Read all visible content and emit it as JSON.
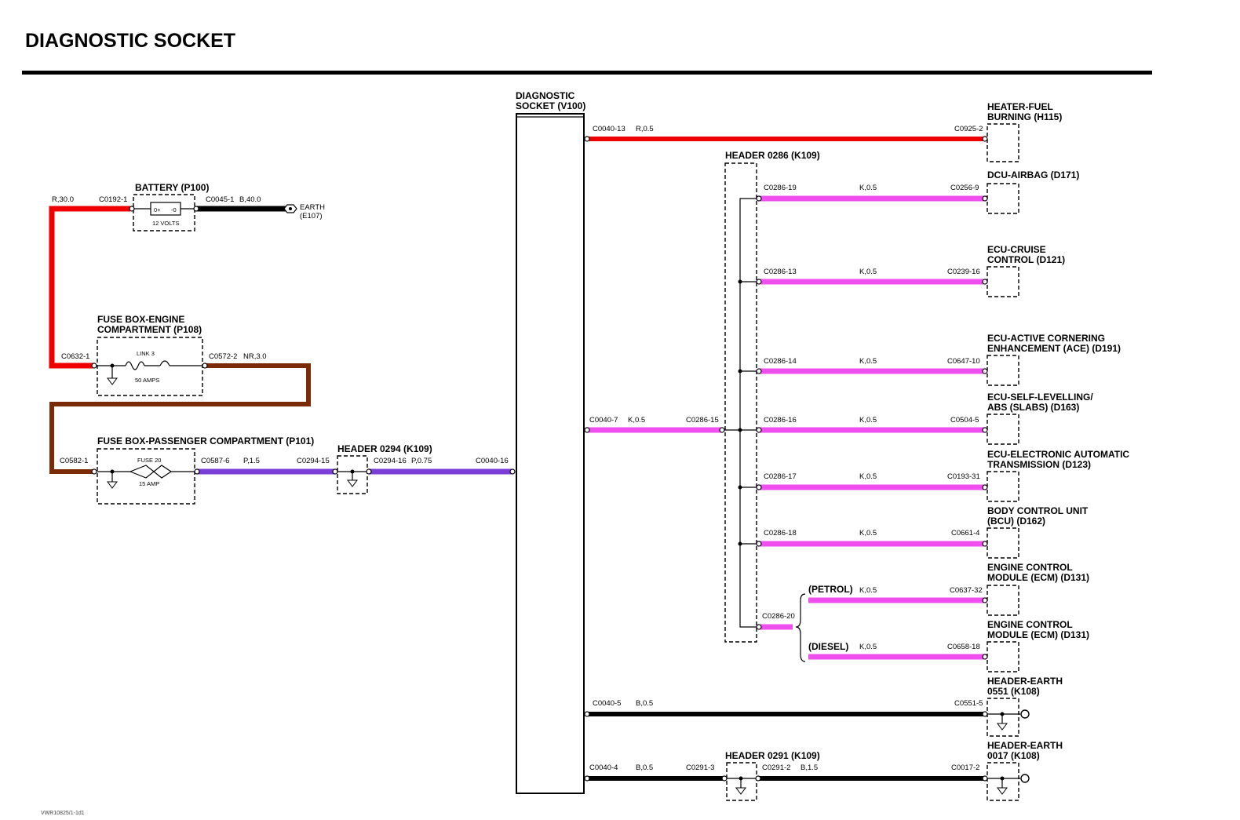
{
  "title": "DIAGNOSTIC SOCKET",
  "footer_ref": "VWR10825/1-1d1",
  "wire_colors": {
    "R": "#ee0000",
    "B": "#000000",
    "NR": "#7a2a05",
    "P": "#7b3fd8",
    "K": "#ee4fee"
  },
  "components": {
    "battery": {
      "name": "BATTERY (P100)",
      "rating": "12 VOLTS"
    },
    "earth": {
      "line1": "EARTH",
      "line2": "(E107)"
    },
    "fuse_engine": {
      "line1": "FUSE BOX-ENGINE",
      "line2": "COMPARTMENT (P108)",
      "link": "LINK 3",
      "rating": "50 AMPS"
    },
    "fuse_passenger": {
      "name": "FUSE BOX-PASSENGER COMPARTMENT (P101)",
      "fuse": "FUSE 20",
      "rating": "15 AMP"
    },
    "header_0294": {
      "name": "HEADER 0294 (K109)"
    },
    "diag_socket": {
      "line1": "DIAGNOSTIC",
      "line2": "SOCKET (V100)"
    },
    "header_0286": {
      "name": "HEADER 0286 (K109)"
    },
    "header_0291": {
      "name": "HEADER 0291 (K109)"
    },
    "heater": {
      "line1": "HEATER-FUEL",
      "line2": "BURNING (H115)"
    },
    "dcu_airbag": {
      "line1": "DCU-AIRBAG (D171)"
    },
    "ecu_cruise": {
      "line1": "ECU-CRUISE",
      "line2": "CONTROL (D121)"
    },
    "ecu_ace": {
      "line1": "ECU-ACTIVE CORNERING",
      "line2": "ENHANCEMENT (ACE) (D191)"
    },
    "ecu_slabs": {
      "line1": "ECU-SELF-LEVELLING/",
      "line2": "ABS (SLABS) (D163)"
    },
    "ecu_trans": {
      "line1": "ECU-ELECTRONIC AUTOMATIC",
      "line2": "TRANSMISSION (D123)"
    },
    "bcu": {
      "line1": "BODY CONTROL UNIT",
      "line2": "(BCU) (D162)"
    },
    "ecm_petrol": {
      "line1": "ENGINE CONTROL",
      "line2": "MODULE (ECM) (D131)"
    },
    "ecm_diesel": {
      "line1": "ENGINE CONTROL",
      "line2": "MODULE (ECM) (D131)"
    },
    "earth_0551": {
      "line1": "HEADER-EARTH",
      "line2": "0551 (K108)"
    },
    "earth_0017": {
      "line1": "HEADER-EARTH",
      "line2": "0017 (K108)"
    },
    "variant_petrol": "(PETROL)",
    "variant_diesel": "(DIESEL)"
  },
  "wires": {
    "bat_pos": {
      "spec": "R,30.0",
      "from": "C0632-1",
      "to": "C0192-1"
    },
    "bat_earth": {
      "spec": "B,40.0",
      "from": "C0045-1"
    },
    "nr_link": {
      "spec": "NR,3.0",
      "from": "C0572-2",
      "to": "C0582-1"
    },
    "p15": {
      "spec": "P,1.5",
      "from": "C0587-6",
      "to": "C0294-15"
    },
    "p075": {
      "spec": "P,0.75",
      "from": "C0294-16",
      "to": "C0040-16"
    },
    "heater": {
      "spec": "R,0.5",
      "from": "C0040-13",
      "to": "C0925-2"
    },
    "k_main": {
      "spec": "K,0.5",
      "from": "C0040-7",
      "to": "C0286-15"
    },
    "airbag": {
      "spec": "K,0.5",
      "from": "C0286-19",
      "to": "C0256-9"
    },
    "cruise": {
      "spec": "K,0.5",
      "from": "C0286-13",
      "to": "C0239-16"
    },
    "ace": {
      "spec": "K,0.5",
      "from": "C0286-14",
      "to": "C0647-10"
    },
    "slabs": {
      "spec": "K,0.5",
      "from": "C0286-16",
      "to": "C0504-5"
    },
    "trans": {
      "spec": "K,0.5",
      "from": "C0286-17",
      "to": "C0193-31"
    },
    "bcu": {
      "spec": "K,0.5",
      "from": "C0286-18",
      "to": "C0661-4"
    },
    "ecm_split": {
      "from": "C0286-20"
    },
    "ecm_p": {
      "spec": "K,0.5",
      "to": "C0637-32"
    },
    "ecm_d": {
      "spec": "K,0.5",
      "to": "C0658-18"
    },
    "earth5": {
      "spec": "B,0.5",
      "from": "C0040-5",
      "to": "C0551-5"
    },
    "earth4": {
      "spec": "B,0.5",
      "from": "C0040-4",
      "to": "C0291-3"
    },
    "earth4b": {
      "spec": "B,1.5",
      "from": "C0291-2",
      "to": "C0017-2"
    }
  }
}
